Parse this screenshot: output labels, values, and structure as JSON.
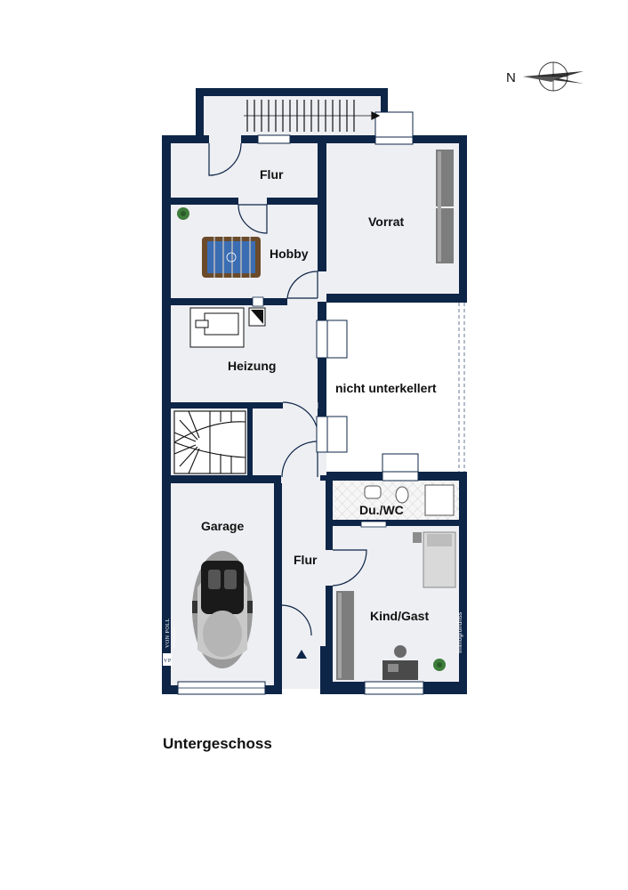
{
  "title": "Untergeschoss",
  "compass": {
    "north_label": "N"
  },
  "rooms": {
    "flur_top": "Flur",
    "vorrat": "Vorrat",
    "hobby": "Hobby",
    "heizung": "Heizung",
    "nicht_unterkellert": "nicht unterkellert",
    "garage": "Garage",
    "du_wc": "Du./WC",
    "flur_bottom": "Flur",
    "kind_gast": "Kind/Gast"
  },
  "watermark": "Immogrundriss",
  "brand": {
    "logo": "VP",
    "name": "VON POLL",
    "sub": "IMMOBILIEN"
  },
  "colors": {
    "wall": "#0d2547",
    "floor": "#eeeff3",
    "tile": "#f3f3f3"
  }
}
